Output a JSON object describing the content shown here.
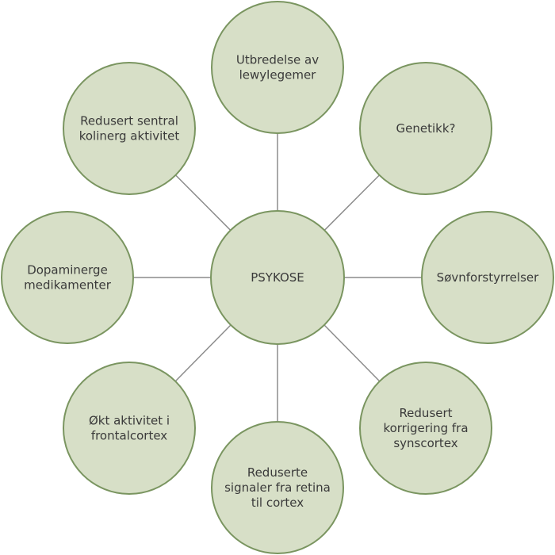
{
  "center": {
    "lines": [
      "PSYKOSE"
    ]
  },
  "nodes": [
    {
      "key": "top",
      "lines": [
        "Utbredelse av",
        "lewylegemer"
      ]
    },
    {
      "key": "top-right",
      "lines": [
        "Genetikk?"
      ]
    },
    {
      "key": "right",
      "lines": [
        "Søvnforstyrrelser"
      ]
    },
    {
      "key": "bottom-right",
      "lines": [
        "Redusert",
        "korrigering fra",
        "synscortex"
      ]
    },
    {
      "key": "bottom",
      "lines": [
        "Reduserte",
        "signaler fra retina",
        "til cortex"
      ]
    },
    {
      "key": "bottom-left",
      "lines": [
        "Økt aktivitet i",
        "frontalcortex"
      ]
    },
    {
      "key": "left",
      "lines": [
        "Dopaminerge",
        "medikamenter"
      ]
    },
    {
      "key": "top-left",
      "lines": [
        "Redusert sentral",
        "kolinerg aktivitet"
      ]
    }
  ],
  "colors": {
    "fill": "#d7dfc7",
    "stroke": "#7a9560",
    "connector": "#8c8c8c",
    "text": "#3a3a3a"
  }
}
